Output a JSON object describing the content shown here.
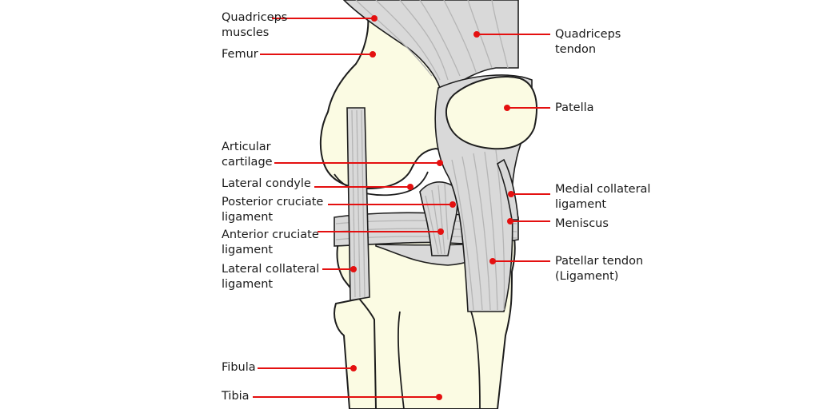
{
  "colors": {
    "bone": "#fbfbe3",
    "tissue": "#d9d9d9",
    "tissue_dark": "#b5b5b5",
    "outline": "#1e1e1e",
    "leader": "#e41010",
    "text": "#1a1a1a"
  },
  "labels": {
    "quadriceps_muscles": [
      "Quadriceps",
      "muscles"
    ],
    "femur": [
      "Femur"
    ],
    "articular_cartilage": [
      "Articular",
      "cartilage"
    ],
    "lateral_condyle": [
      "Lateral condyle"
    ],
    "posterior_cruciate": [
      "Posterior cruciate",
      "ligament"
    ],
    "anterior_cruciate": [
      "Anterior cruciate",
      "ligament"
    ],
    "lateral_collateral": [
      "Lateral collateral",
      "ligament"
    ],
    "fibula": [
      "Fibula"
    ],
    "tibia": [
      "Tibia"
    ],
    "quadriceps_tendon": [
      "Quadriceps",
      "tendon"
    ],
    "patella": [
      "Patella"
    ],
    "medial_collateral": [
      "Medial collateral",
      "ligament"
    ],
    "meniscus": [
      "Meniscus"
    ],
    "patellar_tendon": [
      "Patellar tendon",
      "(Ligament)"
    ]
  }
}
